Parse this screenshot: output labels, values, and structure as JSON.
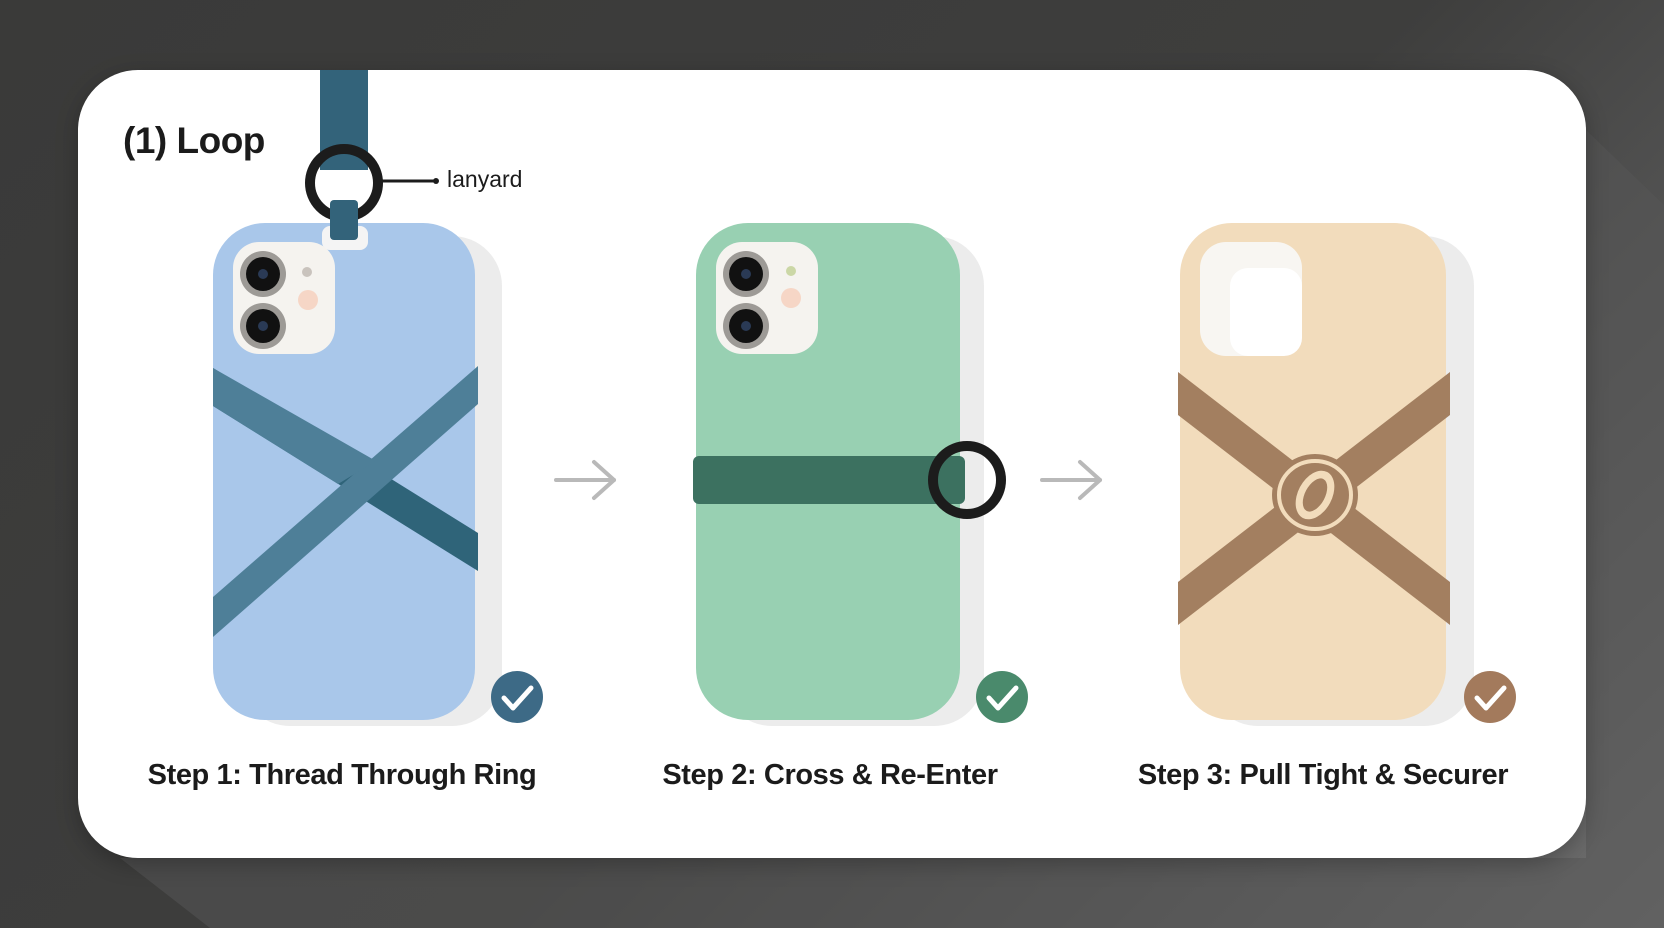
{
  "title": "(1) Loop",
  "callout": {
    "label": "lanyard"
  },
  "steps": [
    {
      "label": "Step 1: Thread Through Ring",
      "color": "#a9c7ea",
      "strap_color": "#4e7f98",
      "check_color": "#3d6a86",
      "check_icon": "check-icon"
    },
    {
      "label": "Step 2: Cross & Re-Enter",
      "color": "#98d0b2",
      "strap_color": "#3c7160",
      "check_color": "#4a8a6c",
      "check_icon": "check-icon"
    },
    {
      "label": "Step 3: Pull Tight & Securer",
      "color": "#f2dcbc",
      "strap_color": "#a37f60",
      "check_color": "#a37a5c",
      "check_icon": "check-icon"
    }
  ],
  "colors": {
    "lanyard": "#33637a",
    "ring": "#1c1c1c",
    "arrow": "#b9b9b9"
  }
}
